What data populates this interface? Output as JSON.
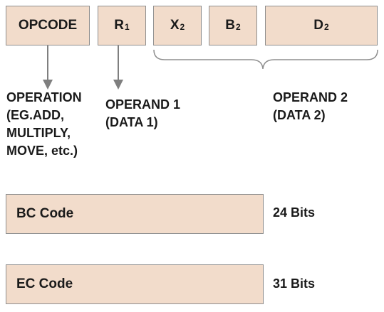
{
  "fields": [
    {
      "base": "OPCODE",
      "sub": ""
    },
    {
      "base": "R",
      "sub": "1"
    },
    {
      "base": "X",
      "sub": "2"
    },
    {
      "base": "B",
      "sub": "2"
    },
    {
      "base": "D",
      "sub": "2"
    }
  ],
  "labels": {
    "operation": [
      "OPERATION",
      "(EG.ADD,",
      "MULTIPLY,",
      "MOVE, etc.)"
    ],
    "operand1": [
      "OPERAND 1",
      "(DATA 1)"
    ],
    "operand2": [
      "OPERAND 2",
      "(DATA 2)"
    ]
  },
  "formats": [
    {
      "name": "BC Code",
      "bits": "24 Bits"
    },
    {
      "name": "EC Code",
      "bits": "31 Bits"
    }
  ],
  "colors": {
    "box_fill": "#f2dccb",
    "box_border": "#8f8f8f",
    "arrow": "#7f7f7f"
  }
}
